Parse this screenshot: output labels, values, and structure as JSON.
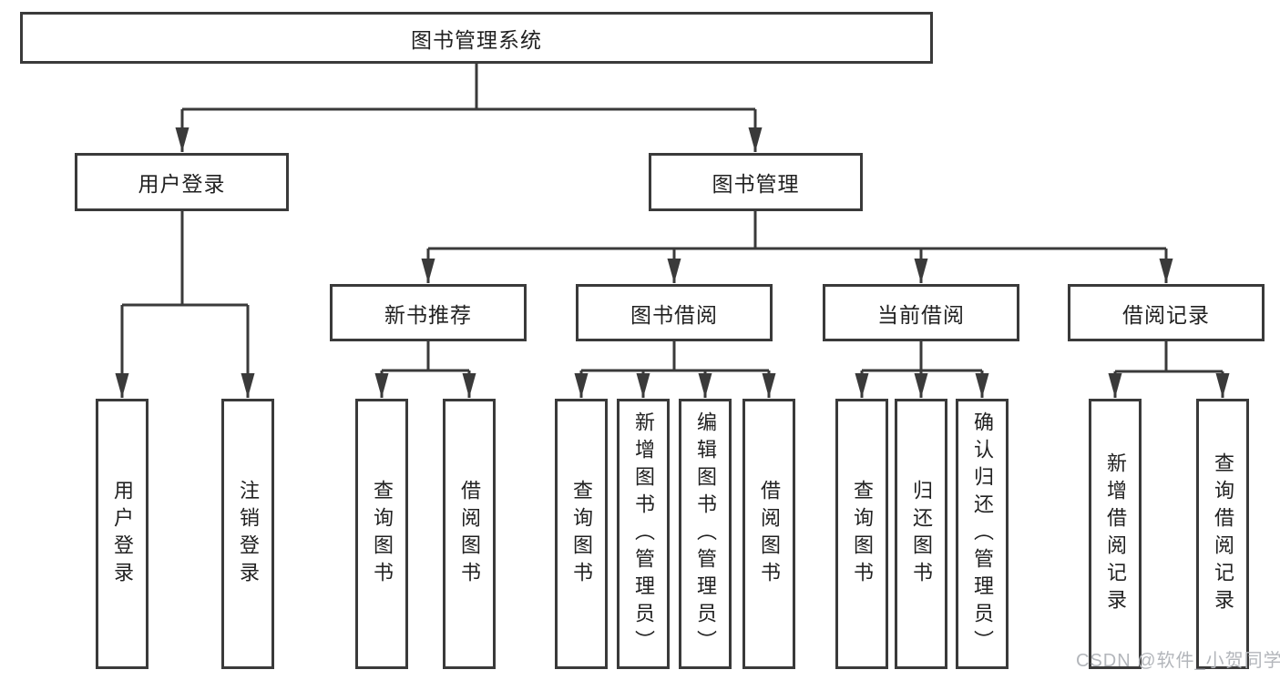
{
  "colors": {
    "background": "#ffffff",
    "box_fill": "#ffffff",
    "box_border": "#3a3a3a",
    "line": "#3a3a3a",
    "text": "#212121",
    "watermark": "#b3b6bb"
  },
  "watermark": {
    "text": "CSDN @软件_小贺同学"
  },
  "diagram": {
    "type": "hierarchy-tree",
    "root": {
      "label": "图书管理系统",
      "children": [
        {
          "label": "用户登录",
          "children": [
            {
              "label": "用户登录"
            },
            {
              "label": "注销登录"
            }
          ]
        },
        {
          "label": "图书管理",
          "children": [
            {
              "label": "新书推荐",
              "children": [
                {
                  "label": "查询图书"
                },
                {
                  "label": "借阅图书"
                }
              ]
            },
            {
              "label": "图书借阅",
              "children": [
                {
                  "label": "查询图书"
                },
                {
                  "label": "新增图书（管理员）"
                },
                {
                  "label": "编辑图书（管理员）"
                },
                {
                  "label": "借阅图书"
                }
              ]
            },
            {
              "label": "当前借阅",
              "children": [
                {
                  "label": "查询图书"
                },
                {
                  "label": "归还图书"
                },
                {
                  "label": "确认归还（管理员）"
                }
              ]
            },
            {
              "label": "借阅记录",
              "children": [
                {
                  "label": "新增借阅记录"
                },
                {
                  "label": "查询借阅记录"
                }
              ]
            }
          ]
        }
      ]
    }
  }
}
